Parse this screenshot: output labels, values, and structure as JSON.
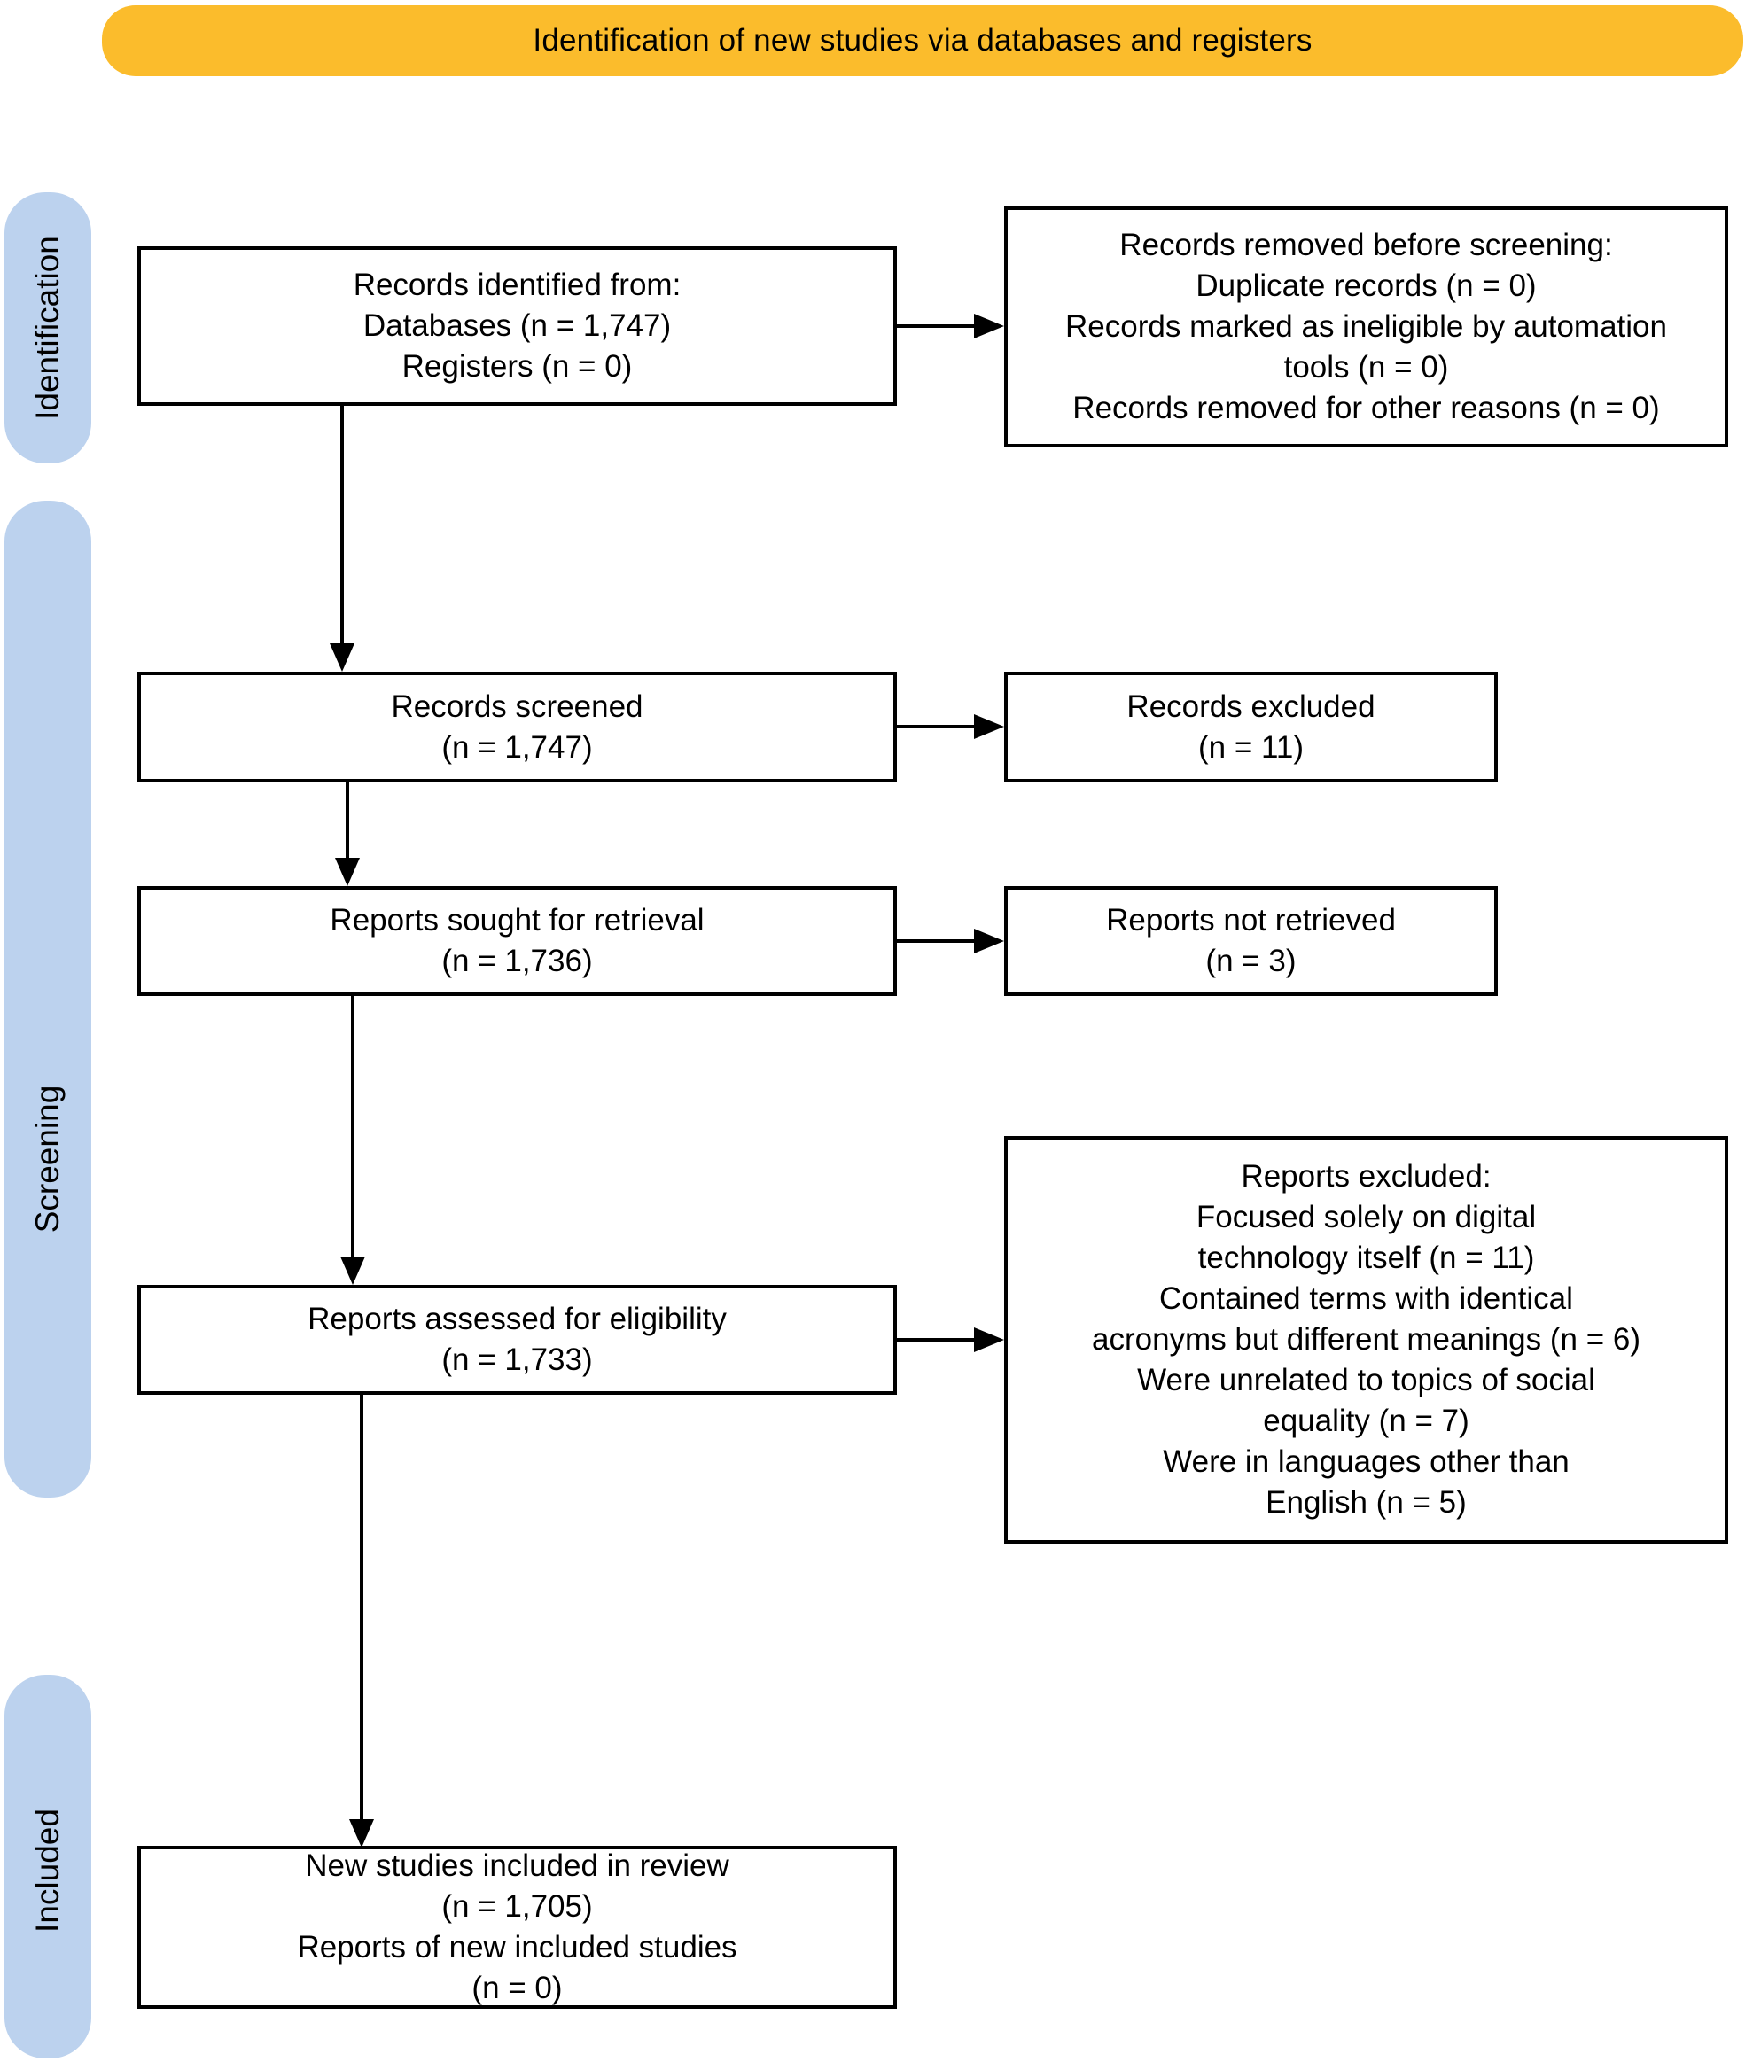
{
  "banner": {
    "title": "Identification of new studies via databases and registers",
    "bg_color": "#FBBC2C"
  },
  "sidebar": {
    "bg_color": "#BCD2EE",
    "labels": [
      {
        "text": "Identification"
      },
      {
        "text": "Screening"
      },
      {
        "text": "Included"
      }
    ]
  },
  "boxes": {
    "records_identified": {
      "lines": [
        "Records identified from:",
        "Databases (n = 1,747)",
        "Registers (n = 0)"
      ]
    },
    "records_removed": {
      "lines": [
        "Records removed before screening:",
        "Duplicate records (n = 0)",
        "Records marked as ineligible by automation",
        "tools (n = 0)",
        "Records removed for other reasons (n = 0)"
      ]
    },
    "records_screened": {
      "lines": [
        "Records screened",
        "(n = 1,747)"
      ]
    },
    "records_excluded": {
      "lines": [
        "Records excluded",
        "(n = 11)"
      ]
    },
    "reports_sought": {
      "lines": [
        "Reports sought for retrieval",
        "(n = 1,736)"
      ]
    },
    "reports_not_retrieved": {
      "lines": [
        "Reports not retrieved",
        "(n = 3)"
      ]
    },
    "reports_assessed": {
      "lines": [
        "Reports assessed for eligibility",
        "(n = 1,733)"
      ]
    },
    "reports_excluded": {
      "lines": [
        "Reports excluded:",
        "Focused solely on digital",
        "technology itself (n = 11)",
        "Contained terms with identical",
        "acronyms but different meanings (n = 6)",
        "Were unrelated to topics of social",
        "equality (n = 7)",
        "Were in languages other than",
        "English (n = 5)"
      ]
    },
    "new_studies_included": {
      "lines": [
        "New studies included in review",
        "(n = 1,705)",
        "Reports of new included studies",
        "(n = 0)"
      ]
    }
  }
}
